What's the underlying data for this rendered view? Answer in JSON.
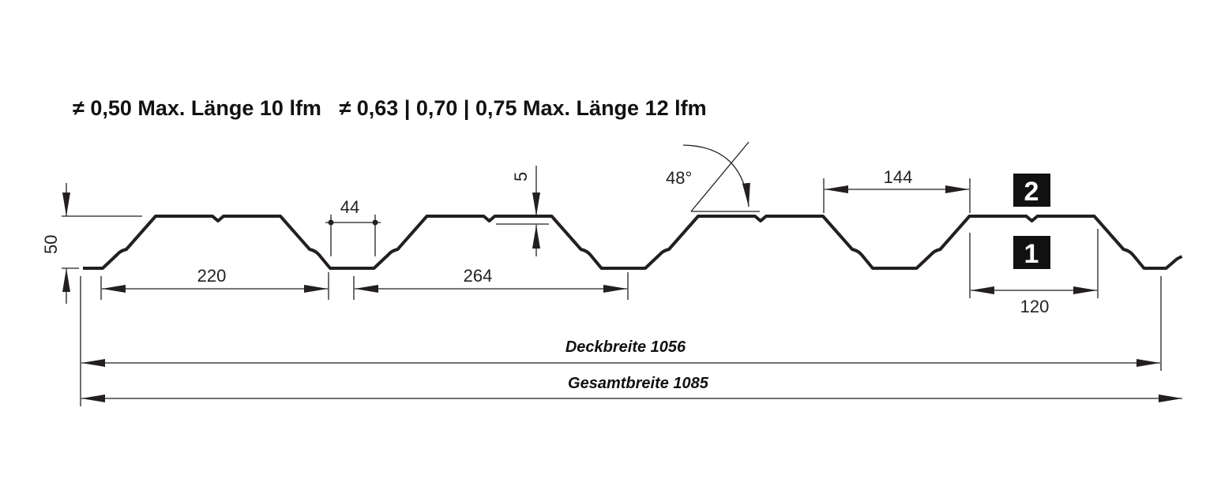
{
  "header": "≠ 0,50 Max. Länge 10 lfm   ≠ 0,63 | 0,70 | 0,75 Max. Länge 12 lfm",
  "dimensions": {
    "height": "50",
    "rib_top_width": "220",
    "bottom_width": "44",
    "pitch": "264",
    "notch_depth": "5",
    "angle": "48°",
    "top_flat": "144",
    "bottom_flat": "120",
    "cover_width": "Deckbreite 1056",
    "total_width": "Gesamtbreite 1085"
  },
  "badges": {
    "upper": "2",
    "lower": "1"
  },
  "colors": {
    "line": "#231f20",
    "badge_bg": "#111111"
  }
}
